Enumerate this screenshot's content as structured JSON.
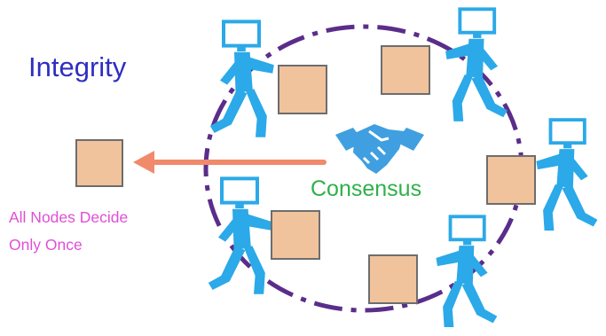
{
  "title": "Integrity",
  "center_label": "Consensus",
  "result_label": {
    "line1": "All Nodes Decide",
    "line2": "Only Once"
  },
  "colors": {
    "title": "#2e2ec2",
    "center_label": "#2fb04a",
    "result_label": "#e04fd6",
    "figure": "#2ba9e8",
    "box_fill": "#f0c39d",
    "box_stroke": "#6d6d6d",
    "circle": "#5b2d8a",
    "arrow": "#f08a6b",
    "handshake": "#3f9fe0"
  },
  "icons": {
    "node": "person-carrying-box-icon",
    "center": "handshake-icon",
    "decision": "decision-box-icon"
  }
}
